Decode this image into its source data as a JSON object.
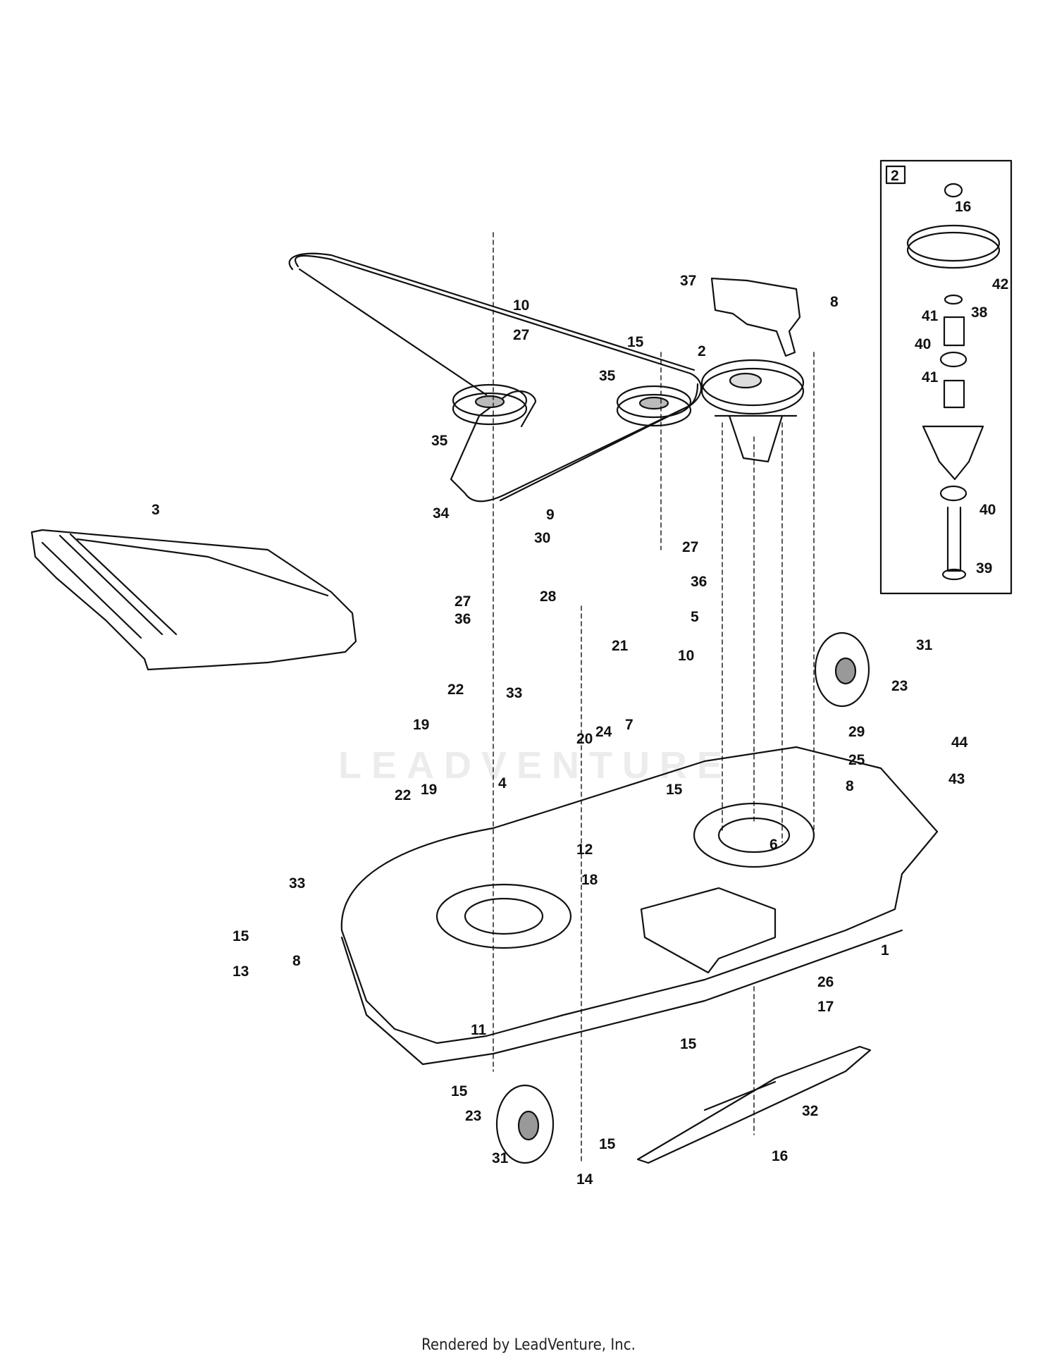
{
  "inset": {
    "label": "2"
  },
  "watermark": {
    "text": "LEADVENTURE"
  },
  "footer": {
    "text": "Rendered by LeadVenture, Inc."
  },
  "callouts": [
    {
      "id": "c3",
      "text": "3"
    },
    {
      "id": "c10a",
      "text": "10"
    },
    {
      "id": "c27a",
      "text": "27"
    },
    {
      "id": "c15a",
      "text": "15"
    },
    {
      "id": "c35a",
      "text": "35"
    },
    {
      "id": "c35b",
      "text": "35"
    },
    {
      "id": "c2",
      "text": "2"
    },
    {
      "id": "c37",
      "text": "37"
    },
    {
      "id": "c8a",
      "text": "8"
    },
    {
      "id": "c34",
      "text": "34"
    },
    {
      "id": "c9",
      "text": "9"
    },
    {
      "id": "c30",
      "text": "30"
    },
    {
      "id": "c27b",
      "text": "27"
    },
    {
      "id": "c36a",
      "text": "36"
    },
    {
      "id": "c28",
      "text": "28"
    },
    {
      "id": "c5",
      "text": "5"
    },
    {
      "id": "c27c",
      "text": "27"
    },
    {
      "id": "c36b",
      "text": "36"
    },
    {
      "id": "c21",
      "text": "21"
    },
    {
      "id": "c10b",
      "text": "10"
    },
    {
      "id": "c31a",
      "text": "31"
    },
    {
      "id": "c23a",
      "text": "23"
    },
    {
      "id": "c22a",
      "text": "22"
    },
    {
      "id": "c33a",
      "text": "33"
    },
    {
      "id": "c19a",
      "text": "19"
    },
    {
      "id": "c7",
      "text": "7"
    },
    {
      "id": "c20",
      "text": "20"
    },
    {
      "id": "c24",
      "text": "24"
    },
    {
      "id": "c29",
      "text": "29"
    },
    {
      "id": "c44",
      "text": "44"
    },
    {
      "id": "c25",
      "text": "25"
    },
    {
      "id": "c43",
      "text": "43"
    },
    {
      "id": "c4",
      "text": "4"
    },
    {
      "id": "c15b",
      "text": "15"
    },
    {
      "id": "c8b",
      "text": "8"
    },
    {
      "id": "c22b",
      "text": "22"
    },
    {
      "id": "c19b",
      "text": "19"
    },
    {
      "id": "c6",
      "text": "6"
    },
    {
      "id": "c12",
      "text": "12"
    },
    {
      "id": "c18",
      "text": "18"
    },
    {
      "id": "c33b",
      "text": "33"
    },
    {
      "id": "c15c",
      "text": "15"
    },
    {
      "id": "c13",
      "text": "13"
    },
    {
      "id": "c8c",
      "text": "8"
    },
    {
      "id": "c1",
      "text": "1"
    },
    {
      "id": "c26",
      "text": "26"
    },
    {
      "id": "c17",
      "text": "17"
    },
    {
      "id": "c11",
      "text": "11"
    },
    {
      "id": "c15d",
      "text": "15"
    },
    {
      "id": "c15e",
      "text": "15"
    },
    {
      "id": "c23b",
      "text": "23"
    },
    {
      "id": "c32",
      "text": "32"
    },
    {
      "id": "c15f",
      "text": "15"
    },
    {
      "id": "c31b",
      "text": "31"
    },
    {
      "id": "c16a",
      "text": "16"
    },
    {
      "id": "c14",
      "text": "14"
    },
    {
      "id": "c16b",
      "text": "16"
    },
    {
      "id": "c42",
      "text": "42"
    },
    {
      "id": "c38",
      "text": "38"
    },
    {
      "id": "c41a",
      "text": "41"
    },
    {
      "id": "c40a",
      "text": "40"
    },
    {
      "id": "c41b",
      "text": "41"
    },
    {
      "id": "c40b",
      "text": "40"
    },
    {
      "id": "c39",
      "text": "39"
    }
  ]
}
